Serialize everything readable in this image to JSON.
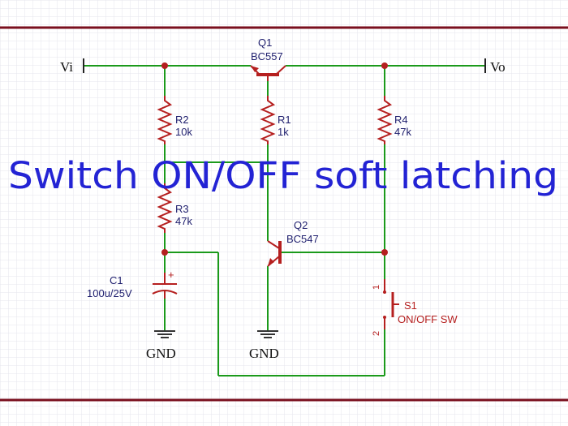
{
  "banner": {
    "title": "Switch ON/OFF soft latching"
  },
  "terminals": {
    "input": "Vi",
    "output": "Vo"
  },
  "components": {
    "q1": {
      "ref": "Q1",
      "value": "BC557"
    },
    "q2": {
      "ref": "Q2",
      "value": "BC547"
    },
    "r1": {
      "ref": "R1",
      "value": "1k"
    },
    "r2": {
      "ref": "R2",
      "value": "10k"
    },
    "r3": {
      "ref": "R3",
      "value": "47k"
    },
    "r4": {
      "ref": "R4",
      "value": "47k"
    },
    "c1": {
      "ref": "C1",
      "value": "100u/25V",
      "polarity": "+"
    },
    "s1": {
      "ref": "S1",
      "value": "ON/OFF SW",
      "pin1": "1",
      "pin2": "2"
    }
  },
  "grounds": {
    "left": "GND",
    "middle": "GND"
  },
  "colors": {
    "wire": "#1b9a1b",
    "component": "#b51f1f",
    "junction": "#b51f1f",
    "text": "#1f1f6e",
    "banner": "#2323d4",
    "rule": "#7a0f1e",
    "grid": "#e3e3e9"
  }
}
